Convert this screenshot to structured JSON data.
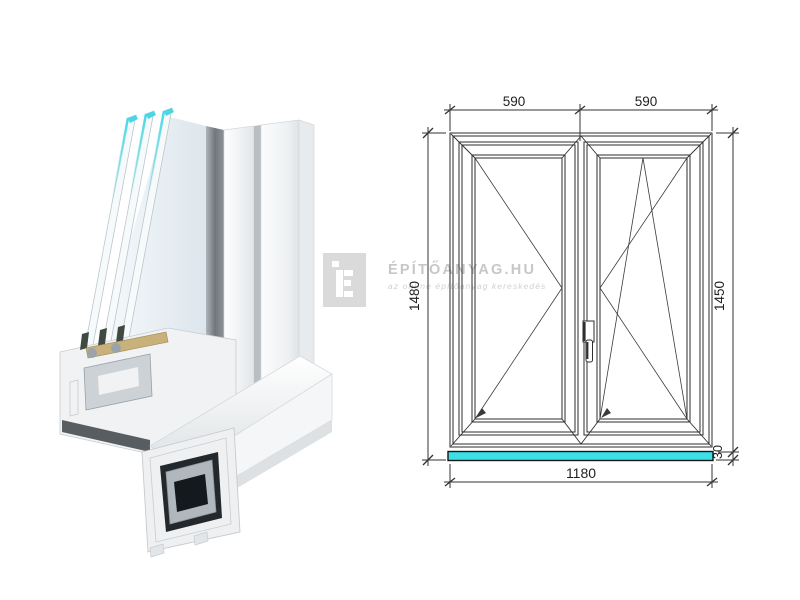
{
  "watermark": {
    "logo_letter": "É",
    "brand": "ÉPÍTŐANYAG.HU",
    "tagline": "az online építőanyag kereskedés"
  },
  "drawing": {
    "dim_top_left": "590",
    "dim_top_right": "590",
    "dim_left": "1480",
    "dim_right": "1450",
    "dim_bottom": "1180",
    "dim_sill": "30"
  },
  "colors": {
    "sill_cyan": "#3be0e6",
    "glass_edge_cyan": "#49d7e8",
    "drawing_line": "#2e2e2e",
    "watermark_gray": "#c7c7c7",
    "logo_background": "#dadada",
    "spacer_tan": "#c9b17c",
    "pvc_white": "#f1f2f3"
  }
}
